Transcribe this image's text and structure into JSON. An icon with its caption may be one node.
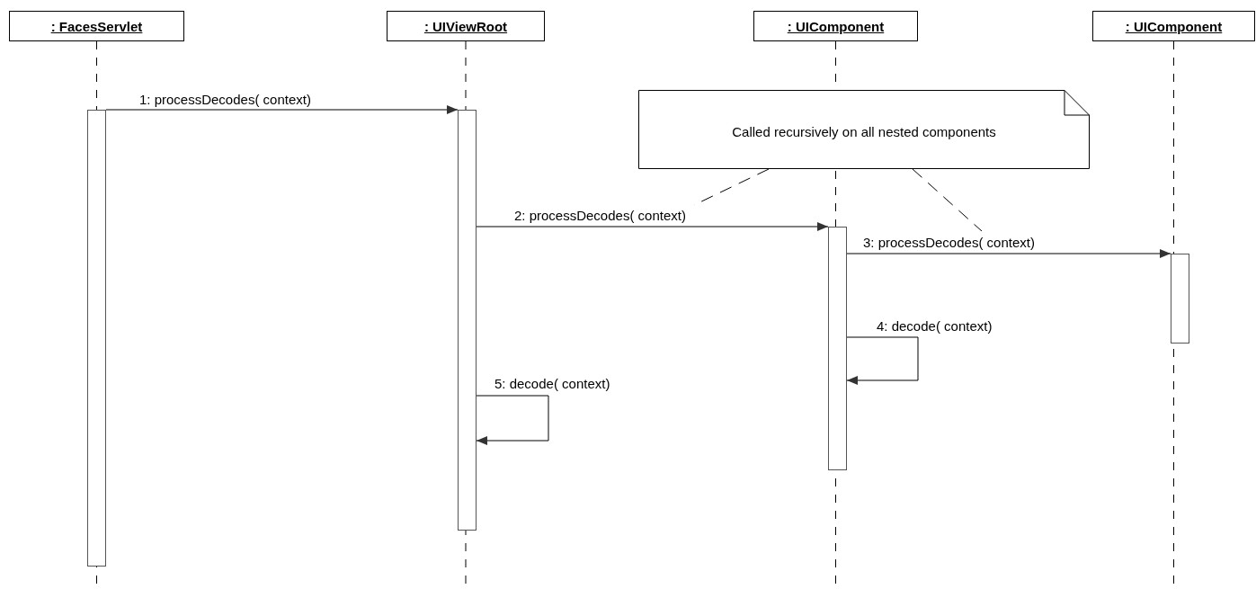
{
  "diagram": {
    "nodes": [
      {
        "text": [
          ": FacesServlet"
        ]
      },
      {
        "text": [
          ": UIViewRoot"
        ]
      },
      {
        "text": [
          ": UIComponent"
        ]
      },
      {
        "text": [
          ": UIComponent"
        ]
      },
      {
        "text": [],
        "shape": "bar"
      },
      {
        "text": [],
        "shape": "bar"
      },
      {
        "text": [],
        "shape": "bar"
      },
      {
        "text": [],
        "shape": "bar"
      },
      {
        "text": [
          "Called recursively on all nested components"
        ]
      }
    ],
    "edges": [
      {
        "from": 4,
        "to": 5,
        "arrow": "to",
        "label": "1: processDecodes( context)"
      },
      {
        "from": 5,
        "to": 6,
        "arrow": "to",
        "label": "2: processDecodes( context)"
      },
      {
        "from": 6,
        "to": 7,
        "arrow": "to",
        "label": "3: processDecodes( context)"
      },
      {
        "from": 6,
        "to": 6,
        "arrow": "to",
        "label": "4: decode( context)"
      },
      {
        "from": 5,
        "to": 5,
        "arrow": "to",
        "label": "5: decode( context)"
      },
      {
        "from": 8,
        "to": null,
        "arrow": "none",
        "style": "dashed"
      },
      {
        "from": 8,
        "to": null,
        "arrow": "none",
        "style": "dashed"
      }
    ]
  }
}
